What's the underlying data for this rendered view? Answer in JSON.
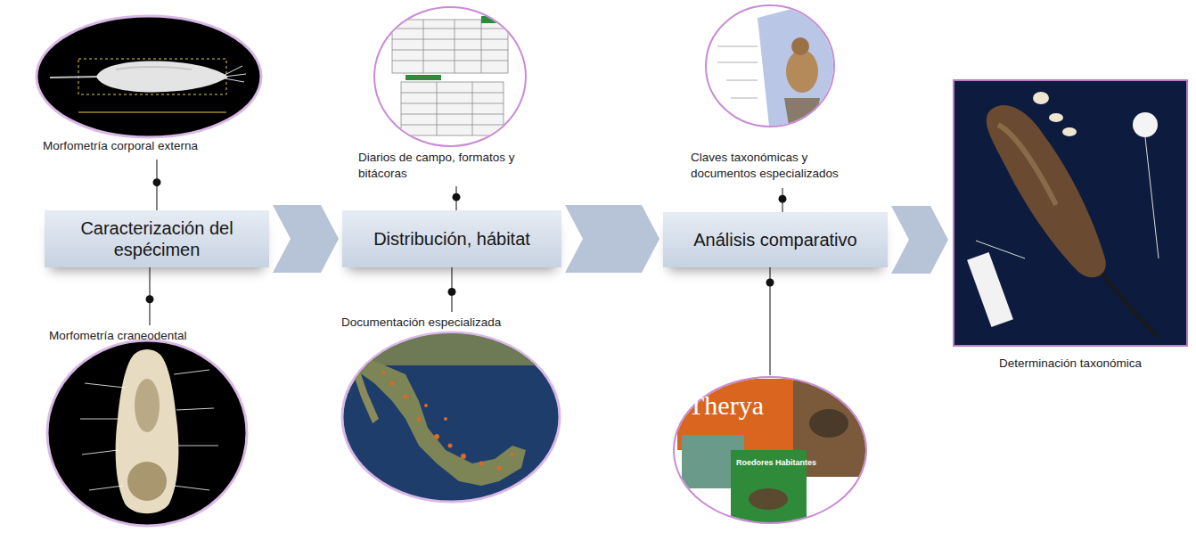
{
  "diagram": {
    "nodes": [
      {
        "text": [
          "Morfometría corporal externa"
        ]
      },
      {
        "text": [
          "Caracterización del espécimen"
        ]
      },
      {
        "text": [
          "Morfometría craneodental"
        ]
      },
      {
        "text": [
          "Diarios de campo, formatos y bitácoras"
        ]
      },
      {
        "text": [
          "Distribución, hábitat"
        ]
      },
      {
        "text": [
          "Documentación especializada"
        ]
      },
      {
        "text": [
          "Claves taxonómicas y documentos especializados"
        ]
      },
      {
        "text": [
          "Análisis comparativo"
        ]
      },
      {
        "text": [
          "Determinación taxonómica"
        ]
      }
    ],
    "edges": [
      {
        "from": 1,
        "to": 0,
        "arrow": "none"
      },
      {
        "from": 1,
        "to": 2,
        "arrow": "none"
      },
      {
        "from": 1,
        "to": 4,
        "arrow": "to"
      },
      {
        "from": 4,
        "to": 3,
        "arrow": "none"
      },
      {
        "from": 4,
        "to": 5,
        "arrow": "none"
      },
      {
        "from": 4,
        "to": 7,
        "arrow": "to"
      },
      {
        "from": 7,
        "to": 6,
        "arrow": "none"
      },
      {
        "from": 7,
        "to": 8,
        "arrow": "to"
      }
    ],
    "labels": [
      "Therya",
      "Roedores Habitantes"
    ]
  }
}
